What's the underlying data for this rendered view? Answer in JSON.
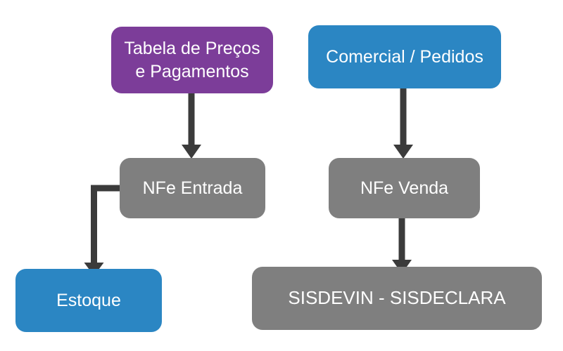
{
  "diagram": {
    "background": "#FFFFFF",
    "colors": {
      "purple": "#7C3D99",
      "blue": "#2B86C3",
      "gray": "#7F7F7F",
      "arrow": "#3B3B3B",
      "text": "#FFFFFF"
    },
    "nodes": [
      {
        "id": "tabela-precos",
        "label": "Tabela de Preços e Pagamentos",
        "lines": [
          "Tabela de Preços",
          "e Pagamentos"
        ],
        "color_key": "purple"
      },
      {
        "id": "comercial-pedidos",
        "label": "Comercial / Pedidos",
        "color_key": "blue"
      },
      {
        "id": "nfe-entrada",
        "label": "NFe Entrada",
        "color_key": "gray"
      },
      {
        "id": "nfe-venda",
        "label": "NFe Venda",
        "color_key": "gray"
      },
      {
        "id": "estoque",
        "label": "Estoque",
        "color_key": "blue"
      },
      {
        "id": "sisdevin-sisdeclara",
        "label": "SISDEVIN - SISDECLARA",
        "color_key": "gray"
      }
    ],
    "edges": [
      {
        "from": "tabela-precos",
        "to": "nfe-entrada"
      },
      {
        "from": "comercial-pedidos",
        "to": "nfe-venda"
      },
      {
        "from": "nfe-entrada",
        "to": "estoque"
      },
      {
        "from": "nfe-venda",
        "to": "sisdevin-sisdeclara"
      }
    ]
  }
}
